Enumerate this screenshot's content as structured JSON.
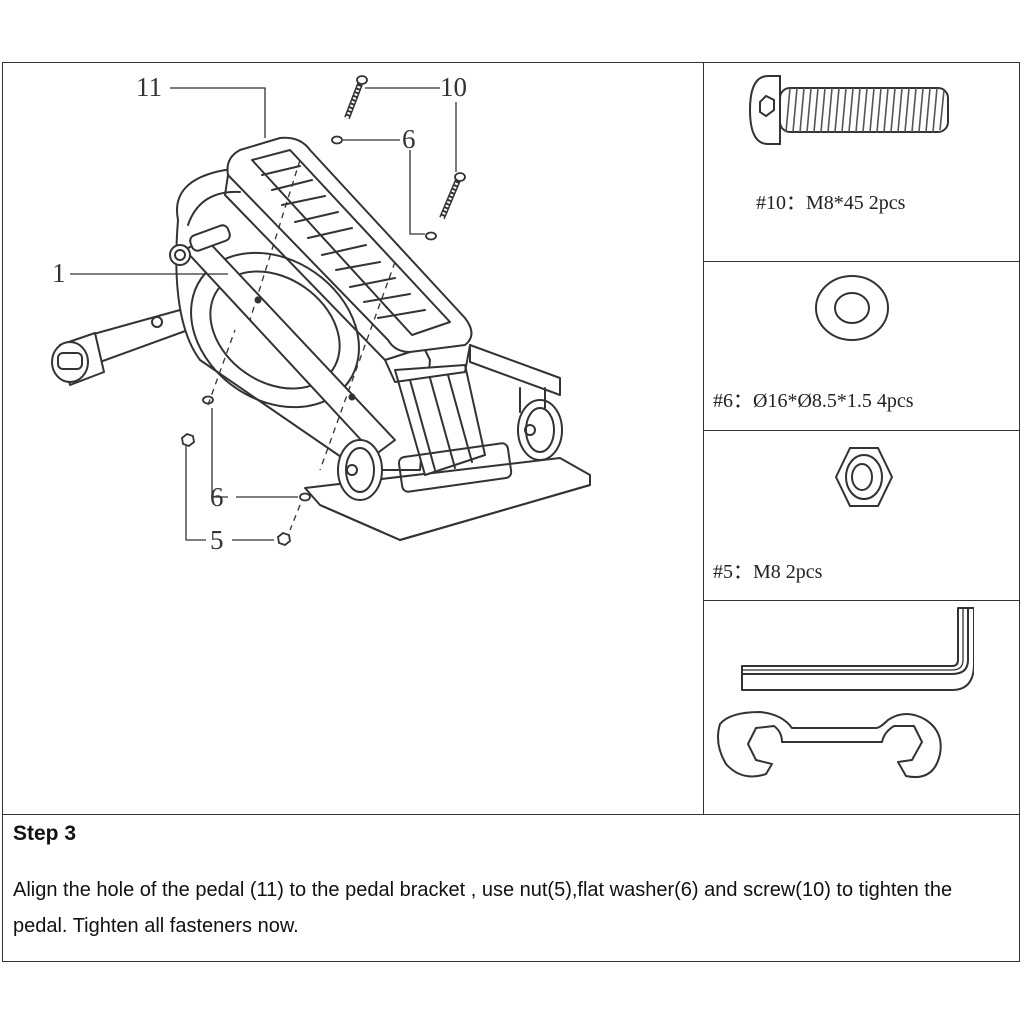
{
  "callouts": {
    "c11": "11",
    "c10": "10",
    "c6_top": "6",
    "c1": "1",
    "c6_bottom": "6",
    "c5": "5"
  },
  "parts": {
    "screw": "#10：M8*45    2pcs",
    "washer": "#6：Ø16*Ø8.5*1.5    4pcs",
    "nut": "#5：M8    2pcs"
  },
  "step": {
    "title": "Step 3",
    "text": "Align the hole of the pedal (11) to the pedal bracket , use nut(5),flat washer(6) and screw(10) to tighten the pedal. Tighten all fasteners now."
  },
  "colors": {
    "line": "#333333",
    "background": "#ffffff"
  },
  "icons": [
    "screw-icon",
    "washer-icon",
    "nut-icon",
    "allen-key-icon",
    "wrench-icon"
  ]
}
